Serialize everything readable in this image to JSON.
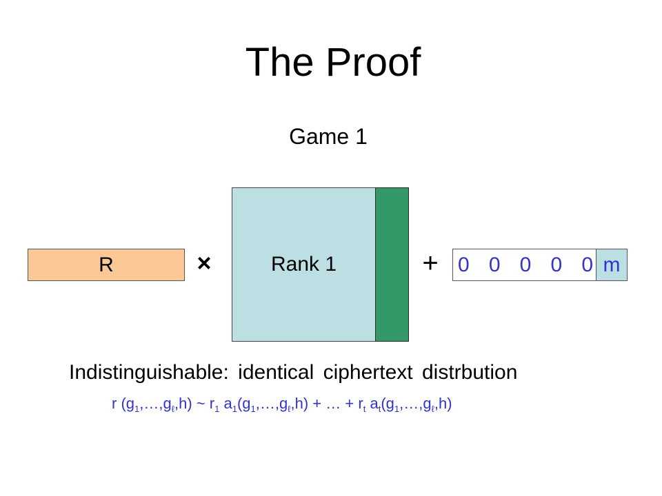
{
  "title": "The Proof",
  "game_label": "Game 1",
  "diagram": {
    "r_label": "R",
    "times_symbol": "×",
    "matrix_label": "Rank 1",
    "plus_symbol": "+",
    "vector_zeros": [
      "0",
      "0",
      "0",
      "0",
      "0"
    ],
    "vector_last": "m"
  },
  "statement": "Indistinguishable: identical ciphertext distrbution",
  "formula": {
    "r": "r",
    "g": "g",
    "sub1": "1",
    "ell": "ℓ",
    "h": "h",
    "r1": "r",
    "a": "a",
    "t": "t",
    "ellipsis": "…",
    "tilde": "~",
    "plus": "+"
  },
  "colors": {
    "r_box": "#FCC896",
    "matrix": "#BCDFE3",
    "column": "#339966",
    "m_cell": "#BCDFE3",
    "blue_text": "#3333CC"
  }
}
